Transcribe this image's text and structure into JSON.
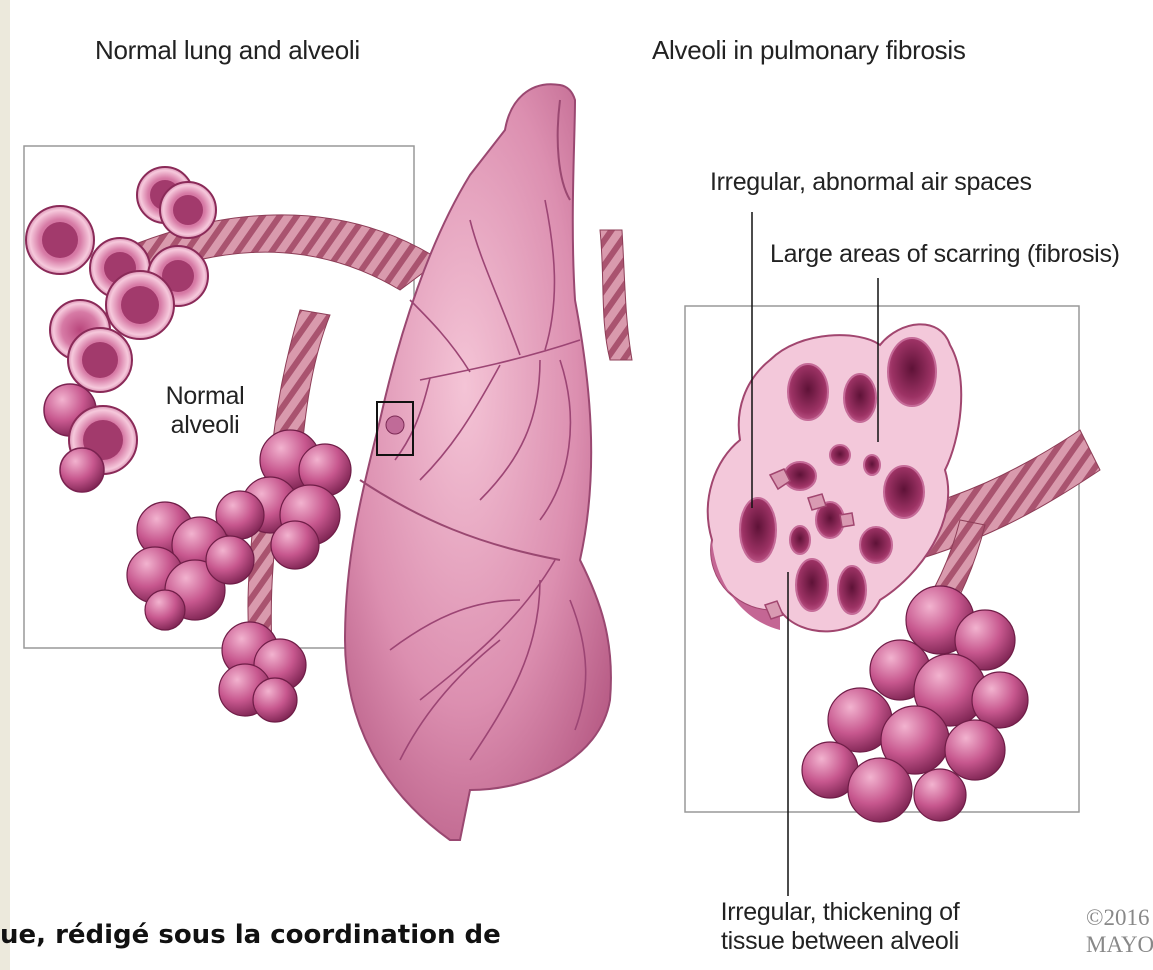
{
  "left_panel": {
    "heading": "Normal lung and alveoli",
    "alveoli_label_line1": "Normal",
    "alveoli_label_line2": "alveoli"
  },
  "right_panel": {
    "heading": "Alveoli in pulmonary fibrosis",
    "label_air_spaces": "Irregular, abnormal air spaces",
    "label_scarring": "Large areas of scarring (fibrosis)",
    "label_thickening_line1": "Irregular, thickening of",
    "label_thickening_line2": "tissue between alveoli"
  },
  "copyright": {
    "line1": "©2016",
    "line2": "MAYO"
  },
  "caption_fragment": "ue, rédigé sous la coordination de",
  "colors": {
    "background": "#ece9dc",
    "lung_pink": "#d88aaa",
    "tissue_light": "#f3c9d9",
    "cavity_dark": "#9b2d5f",
    "bronchus": "#c0677f"
  }
}
